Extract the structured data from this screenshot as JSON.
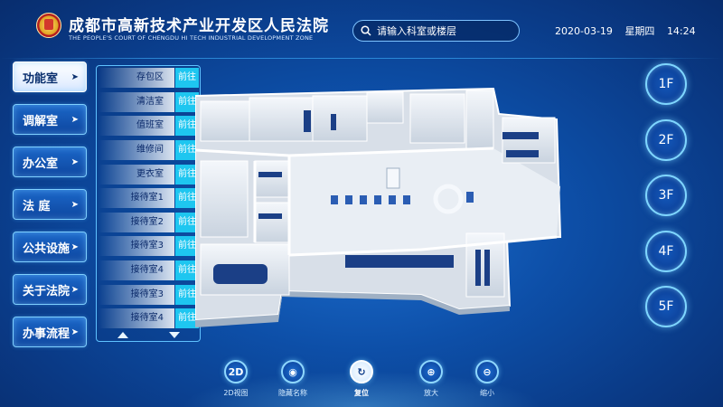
{
  "header": {
    "court_name": "成都市高新技术产业开发区人民法院",
    "court_name_en": "THE PEOPLE'S COURT OF CHENGDU HI TECH INDUSTRIAL DEVELOPMENT ZONE",
    "search_placeholder": "请输入科室或楼层",
    "date": "2020-03-19",
    "weekday": "星期四",
    "time": "14:24"
  },
  "left_nav": [
    {
      "label": "功能室",
      "active": true
    },
    {
      "label": "调解室",
      "active": false
    },
    {
      "label": "办公室",
      "active": false
    },
    {
      "label": "法 庭",
      "active": false
    },
    {
      "label": "公共设施",
      "active": false
    },
    {
      "label": "关于法院",
      "active": false
    },
    {
      "label": "办事流程",
      "active": false
    }
  ],
  "rooms": [
    {
      "name": "存包区",
      "action": "前往"
    },
    {
      "name": "清洁室",
      "action": "前往"
    },
    {
      "name": "值班室",
      "action": "前往"
    },
    {
      "name": "维修间",
      "action": "前往"
    },
    {
      "name": "更衣室",
      "action": "前往"
    },
    {
      "name": "接待室1",
      "action": "前往"
    },
    {
      "name": "接待室2",
      "action": "前往"
    },
    {
      "name": "接待室3",
      "action": "前往"
    },
    {
      "name": "接待室4",
      "action": "前往"
    },
    {
      "name": "接待室3",
      "action": "前往"
    },
    {
      "name": "接待室4",
      "action": "前往"
    }
  ],
  "floors": [
    "1F",
    "2F",
    "3F",
    "4F",
    "5F"
  ],
  "toolbar": [
    {
      "icon": "2d-view-icon",
      "glyph": "2D",
      "label": "2D视图",
      "active": false
    },
    {
      "icon": "eye-icon",
      "glyph": "◉",
      "label": "隐藏名称",
      "active": false
    },
    {
      "icon": "reset-icon",
      "glyph": "↻",
      "label": "复位",
      "active": true
    },
    {
      "icon": "zoom-in-icon",
      "glyph": "⊕",
      "label": "放大",
      "active": false
    },
    {
      "icon": "zoom-out-icon",
      "glyph": "⊖",
      "label": "缩小",
      "active": false
    }
  ],
  "colors": {
    "accent": "#1ec6f0",
    "background": "#0d4fa8",
    "border": "#7fd0ff"
  }
}
